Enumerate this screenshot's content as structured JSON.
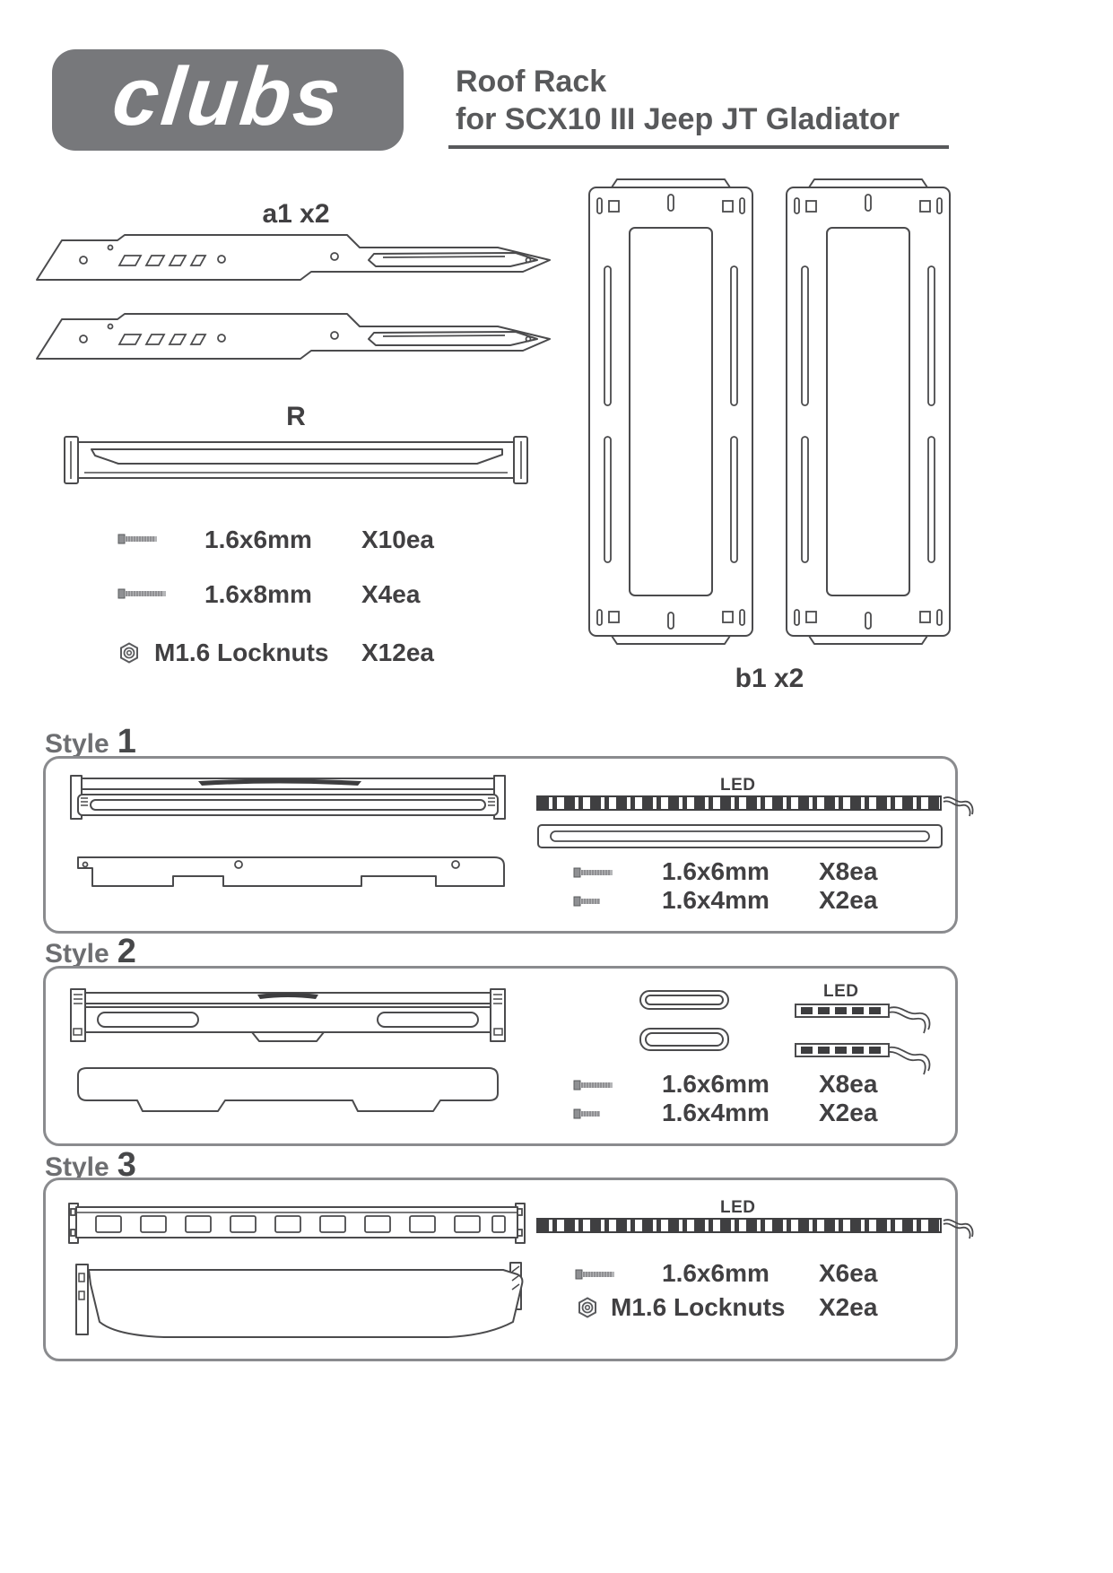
{
  "header": {
    "logo_text": "clubs",
    "title_line1": "Roof Rack",
    "title_line2": "for SCX10 III Jeep JT Gladiator"
  },
  "parts": {
    "a1_label": "a1 x2",
    "r_label": "R",
    "b1_label": "b1 x2",
    "hardware": [
      {
        "icon": "screw-icon",
        "size": "1.6x6mm",
        "qty": "X10ea"
      },
      {
        "icon": "screw-icon",
        "size": "1.6x8mm",
        "qty": "X4ea"
      },
      {
        "icon": "locknut-icon",
        "size": "M1.6 Locknuts",
        "qty": "X12ea"
      }
    ]
  },
  "styles": [
    {
      "label_prefix": "Style",
      "label_number": "1",
      "led_label": "LED",
      "hardware": [
        {
          "icon": "screw-icon",
          "size": "1.6x6mm",
          "qty": "X8ea"
        },
        {
          "icon": "screw-icon",
          "size": "1.6x4mm",
          "qty": "X2ea"
        }
      ]
    },
    {
      "label_prefix": "Style",
      "label_number": "2",
      "led_label": "LED",
      "hardware": [
        {
          "icon": "screw-icon",
          "size": "1.6x6mm",
          "qty": "X8ea"
        },
        {
          "icon": "screw-icon",
          "size": "1.6x4mm",
          "qty": "X2ea"
        }
      ]
    },
    {
      "label_prefix": "Style",
      "label_number": "3",
      "led_label": "LED",
      "hardware": [
        {
          "icon": "screw-icon",
          "size": "1.6x6mm",
          "qty": "X6ea"
        },
        {
          "icon": "locknut-icon",
          "size": "M1.6 Locknuts",
          "qty": "X2ea"
        }
      ]
    }
  ],
  "colors": {
    "logo_bg": "#77787b",
    "title_text": "#58595b",
    "body_text": "#414042",
    "line_art": "#4b4b4d"
  }
}
